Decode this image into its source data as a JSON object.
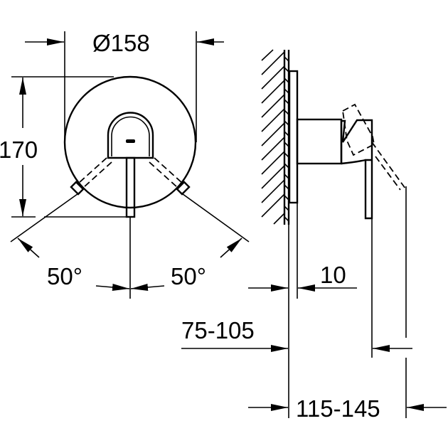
{
  "dimensions": {
    "diameter": "Ø158",
    "height": "170",
    "angle_left": "50°",
    "angle_right": "50°",
    "plate_thickness": "10",
    "depth_range_wall": "75-105",
    "depth_range_total": "115-145"
  },
  "colors": {
    "line": "#000000",
    "background": "#ffffff"
  }
}
